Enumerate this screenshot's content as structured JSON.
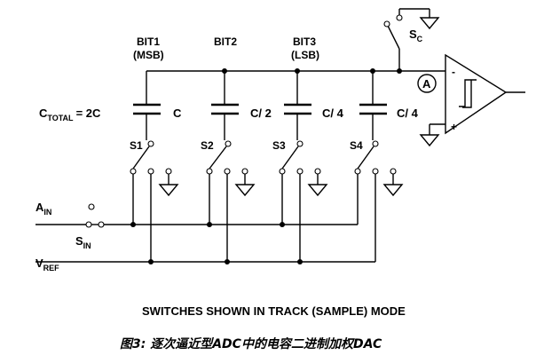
{
  "bits": {
    "bit1": "BIT1",
    "bit1_note": "(MSB)",
    "bit2": "BIT2",
    "bit3": "BIT3",
    "bit3_note": "(LSB)"
  },
  "capacitors": {
    "total_main": "C",
    "total_sub": "TOTAL",
    "total_value": "= 2C",
    "c1": "C",
    "c2": "C/ 2",
    "c3": "C/ 4",
    "c4": "C/ 4"
  },
  "switches": {
    "s1": "S1",
    "s2": "S2",
    "s3": "S3",
    "s4": "S4",
    "sc_main": "S",
    "sc_sub": "C",
    "sin_main": "S",
    "sin_sub": "IN"
  },
  "inputs": {
    "ain_main": "A",
    "ain_sub": "IN",
    "vref_main": "V",
    "vref_sub": "REF"
  },
  "comparator": {
    "node_label": "A",
    "minus": "-",
    "plus": "+"
  },
  "caption": "SWITCHES SHOWN IN TRACK (SAMPLE) MODE",
  "figure_title": "图3:  逐次逼近型ADC中的电容二进制加权DAC"
}
